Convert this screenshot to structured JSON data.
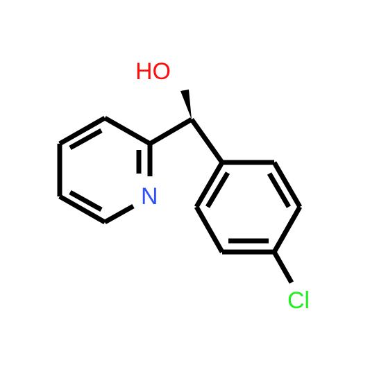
{
  "molecule": {
    "atoms": {
      "hydroxyl": "HO",
      "pyridine_nitrogen": "N",
      "chlorine": "Cl"
    },
    "colors": {
      "bond": "#000000",
      "oxygen": "#ff0d0d",
      "nitrogen": "#3050f8",
      "chlorine": "#1ff01f",
      "background": "#ffffff"
    }
  }
}
